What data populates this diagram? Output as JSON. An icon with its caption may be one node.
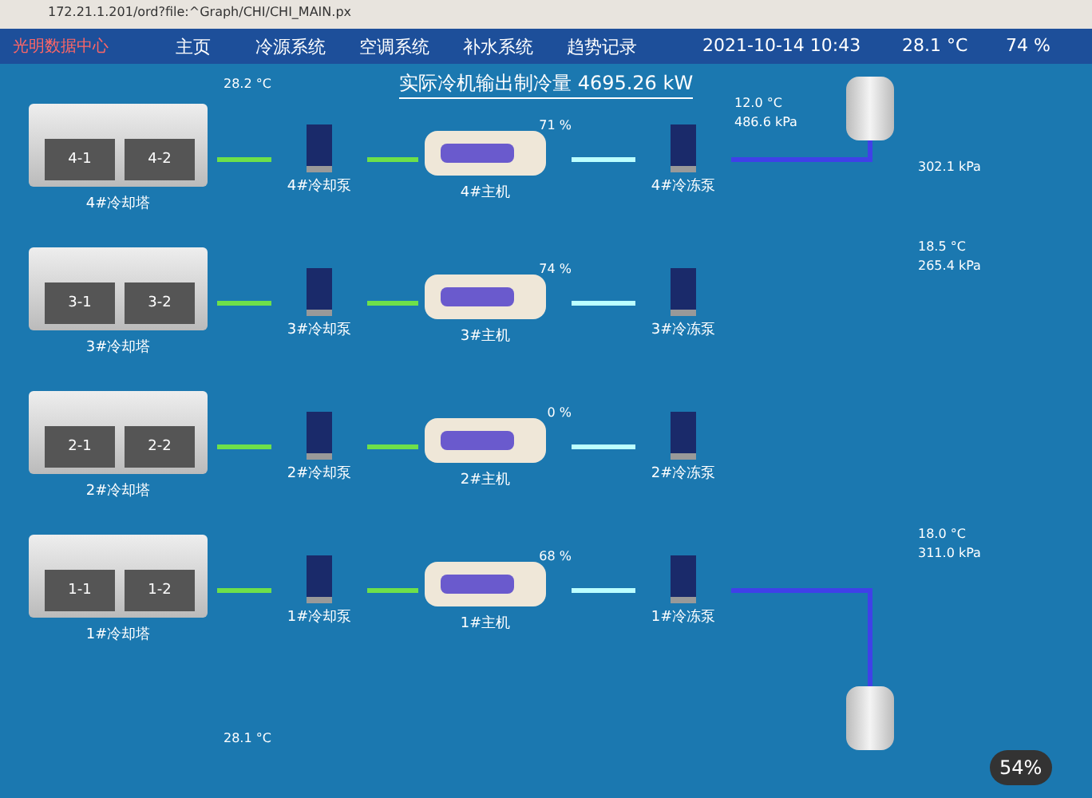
{
  "diagram": {
    "title": "实际冷机输出制冷量 4695.26 kW",
    "nodes": [
      {
        "text": [
          "4-1",
          "4-2",
          "4#冷却塔"
        ]
      },
      {
        "text": [
          "3-1",
          "3-2",
          "3#冷却塔"
        ]
      },
      {
        "text": [
          "2-1",
          "2-2",
          "2#冷却塔"
        ]
      },
      {
        "text": [
          "1-1",
          "1-2",
          "1#冷却塔"
        ]
      },
      {
        "text": [
          "4#冷却泵"
        ]
      },
      {
        "text": [
          "3#冷却泵"
        ]
      },
      {
        "text": [
          "2#冷却泵"
        ]
      },
      {
        "text": [
          "1#冷却泵"
        ]
      },
      {
        "text": [
          "4#主机"
        ],
        "beside": [
          "71 %"
        ]
      },
      {
        "text": [
          "3#主机"
        ],
        "beside": [
          "74 %"
        ]
      },
      {
        "text": [
          "2#主机"
        ],
        "beside": [
          "0 %"
        ]
      },
      {
        "text": [
          "1#主机"
        ],
        "beside": [
          "68 %"
        ]
      },
      {
        "text": [
          "4#冷冻泵"
        ]
      },
      {
        "text": [
          "3#冷冻泵"
        ]
      },
      {
        "text": [
          "2#冷冻泵"
        ]
      },
      {
        "text": [
          "1#冷冻泵"
        ]
      },
      {
        "text": [],
        "shape": "cylinder"
      },
      {
        "text": [],
        "shape": "cylinder"
      }
    ],
    "edges": [
      {
        "from": 0,
        "to": 4,
        "arrow": "none"
      },
      {
        "from": 1,
        "to": 5,
        "arrow": "none"
      },
      {
        "from": 2,
        "to": 6,
        "arrow": "none"
      },
      {
        "from": 3,
        "to": 7,
        "arrow": "none"
      },
      {
        "from": 4,
        "to": 8,
        "arrow": "none"
      },
      {
        "from": 5,
        "to": 9,
        "arrow": "none"
      },
      {
        "from": 6,
        "to": 10,
        "arrow": "none"
      },
      {
        "from": 7,
        "to": 11,
        "arrow": "none"
      },
      {
        "from": 8,
        "to": 12,
        "arrow": "none",
        "color": "#bbffff"
      },
      {
        "from": 9,
        "to": 13,
        "arrow": "none",
        "color": "#bbffff"
      },
      {
        "from": 10,
        "to": 14,
        "arrow": "none",
        "color": "#bbffff"
      },
      {
        "from": 11,
        "to": 15,
        "arrow": "none",
        "color": "#bbffff"
      },
      {
        "from": 12,
        "to": 16,
        "arrow": "none",
        "color": "#4040e8"
      },
      {
        "from": 15,
        "to": 17,
        "arrow": "none",
        "color": "#4040e8"
      }
    ],
    "labels": [
      "172.21.1.201/ord?file:^Graph/CHI/CHI_MAIN.px",
      "光明数据中心",
      "主页",
      "冷源系统",
      "空调系统",
      "补水系统",
      "趋势记录",
      "2021-10-14 10:43",
      "28.1 °C",
      "74 %",
      "28.2 °C",
      "28.1 °C",
      "12.0 °C",
      "486.6 kPa",
      "302.1 kPa",
      "18.5 °C",
      "265.4 kPa",
      "18.0 °C",
      "311.0 kPa",
      "54%"
    ]
  }
}
